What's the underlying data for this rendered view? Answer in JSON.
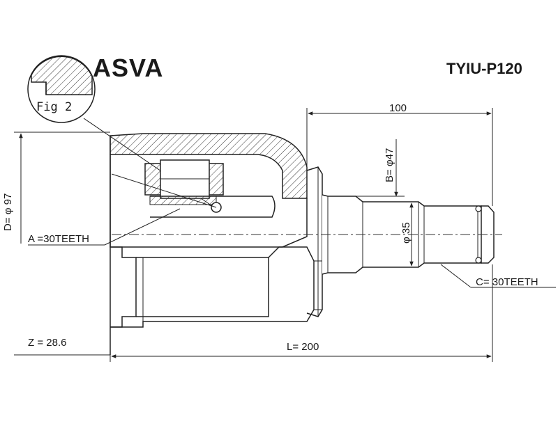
{
  "header": {
    "brand": "ASVA",
    "part_number": "TYIU-P120"
  },
  "figure": {
    "label": "Fig 2"
  },
  "dimensions": {
    "d_outer": "D= φ 97",
    "b_diameter": "B= φ47",
    "shaft_diameter": "φ 35",
    "length_100": "100",
    "total_length": "L= 200",
    "z_value": "Z = 28.6",
    "a_teeth": "A =30TEETH",
    "c_teeth": "C= 30TEETH"
  }
}
